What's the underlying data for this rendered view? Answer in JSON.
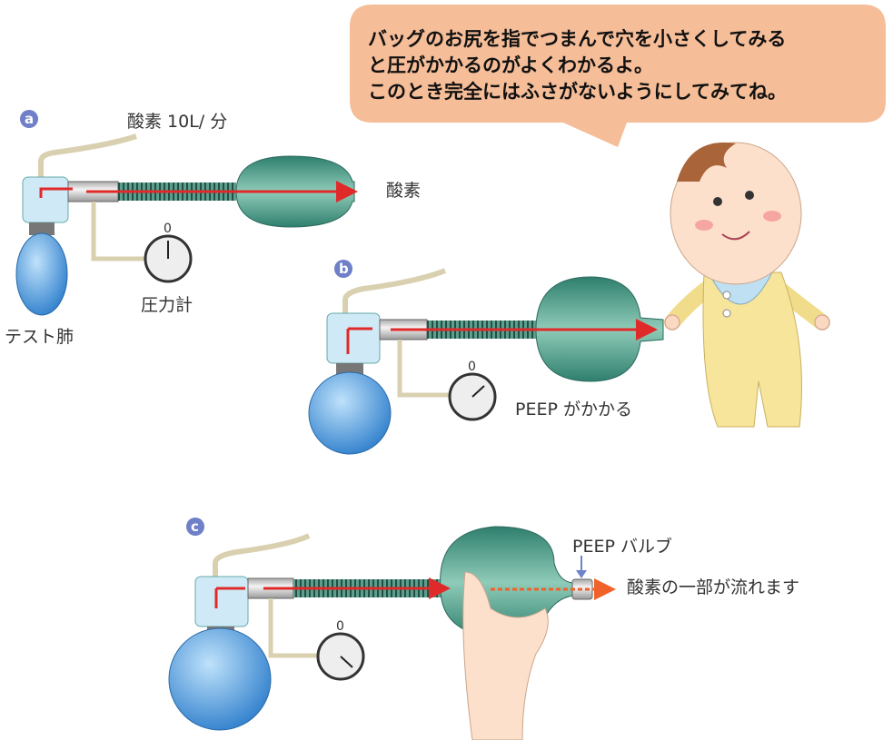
{
  "speech_bubble": {
    "lines": [
      "バッグのお尻を指でつまんで穴を小さくしてみる",
      "と圧がかかるのがよくわかるよ。",
      "このとき完全にはふさがないようにしてみてね。"
    ]
  },
  "panel_a": {
    "tag": "a",
    "oxygen_flow_label": "酸素 10L/ 分",
    "oxygen_label": "酸素",
    "gauge_zero": "0",
    "gauge_label": "圧力計",
    "test_lung_label": "テスト肺"
  },
  "panel_b": {
    "tag": "b",
    "gauge_zero": "0",
    "peep_label": "PEEP がかかる"
  },
  "panel_c": {
    "tag": "c",
    "gauge_zero": "0",
    "peep_valve_label": "PEEP バルブ",
    "flow_label": "酸素の一部が流れます"
  },
  "colors": {
    "bubble": "#f5bd98",
    "tag": "#6f7fc8",
    "arrow": "#e02a2a",
    "bag": "#4f9e8c",
    "lung": "#3d8fd6"
  }
}
